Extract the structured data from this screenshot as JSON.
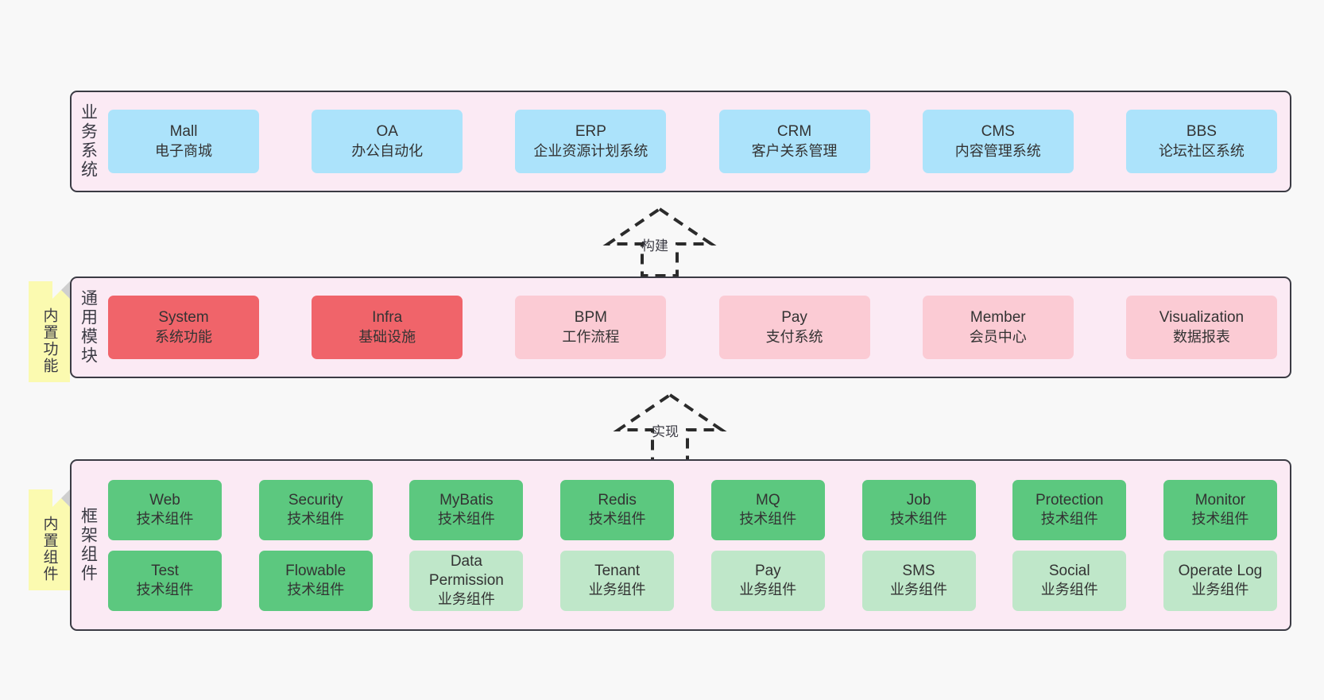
{
  "diagram": {
    "background_color": "#f8f8f8",
    "panel_color": "#fbeaf4",
    "panel_border_color": "#3b3b44",
    "note_color": "#fbfab0"
  },
  "layers": [
    {
      "id": "business-system",
      "title": "业务系统",
      "accent": "#ace3fb",
      "rows": [
        {
          "items": [
            {
              "en": "Mall",
              "cn": "电子商城"
            },
            {
              "en": "OA",
              "cn": "办公自动化"
            },
            {
              "en": "ERP",
              "cn": "企业资源计划系统"
            },
            {
              "en": "CRM",
              "cn": "客户关系管理"
            },
            {
              "en": "CMS",
              "cn": "内容管理系统"
            },
            {
              "en": "BBS",
              "cn": "论坛社区系统"
            }
          ]
        }
      ]
    },
    {
      "id": "common-module",
      "title": "通用模块",
      "note": "内置功能",
      "accent_strong": "#f0646a",
      "accent_soft": "#fbcbd4",
      "rows": [
        {
          "items": [
            {
              "en": "System",
              "cn": "系统功能",
              "style": "strong"
            },
            {
              "en": "Infra",
              "cn": "基础设施",
              "style": "strong"
            },
            {
              "en": "BPM",
              "cn": "工作流程",
              "style": "soft"
            },
            {
              "en": "Pay",
              "cn": "支付系统",
              "style": "soft"
            },
            {
              "en": "Member",
              "cn": "会员中心",
              "style": "soft"
            },
            {
              "en": "Visualization",
              "cn": "数据报表",
              "style": "soft"
            }
          ]
        }
      ]
    },
    {
      "id": "framework-component",
      "title": "框架组件",
      "note": "内置组件",
      "accent_tech": "#5cc87f",
      "accent_biz": "#bfe7c9",
      "rows": [
        {
          "items": [
            {
              "en": "Web",
              "cn": "技术组件",
              "style": "tech"
            },
            {
              "en": "Security",
              "cn": "技术组件",
              "style": "tech"
            },
            {
              "en": "MyBatis",
              "cn": "技术组件",
              "style": "tech"
            },
            {
              "en": "Redis",
              "cn": "技术组件",
              "style": "tech"
            },
            {
              "en": "MQ",
              "cn": "技术组件",
              "style": "tech"
            },
            {
              "en": "Job",
              "cn": "技术组件",
              "style": "tech"
            },
            {
              "en": "Protection",
              "cn": "技术组件",
              "style": "tech"
            },
            {
              "en": "Monitor",
              "cn": "技术组件",
              "style": "tech"
            }
          ]
        },
        {
          "items": [
            {
              "en": "Test",
              "cn": "技术组件",
              "style": "tech"
            },
            {
              "en": "Flowable",
              "cn": "技术组件",
              "style": "tech"
            },
            {
              "en": "Data Permission",
              "cn": "业务组件",
              "style": "biz"
            },
            {
              "en": "Tenant",
              "cn": "业务组件",
              "style": "biz"
            },
            {
              "en": "Pay",
              "cn": "业务组件",
              "style": "biz"
            },
            {
              "en": "SMS",
              "cn": "业务组件",
              "style": "biz"
            },
            {
              "en": "Social",
              "cn": "业务组件",
              "style": "biz"
            },
            {
              "en": "Operate Log",
              "cn": "业务组件",
              "style": "biz"
            }
          ]
        }
      ]
    }
  ],
  "connectors": [
    {
      "id": "build",
      "label": "构建",
      "from": "common-module",
      "to": "business-system"
    },
    {
      "id": "implement",
      "label": "实现",
      "from": "framework-component",
      "to": "common-module"
    }
  ]
}
